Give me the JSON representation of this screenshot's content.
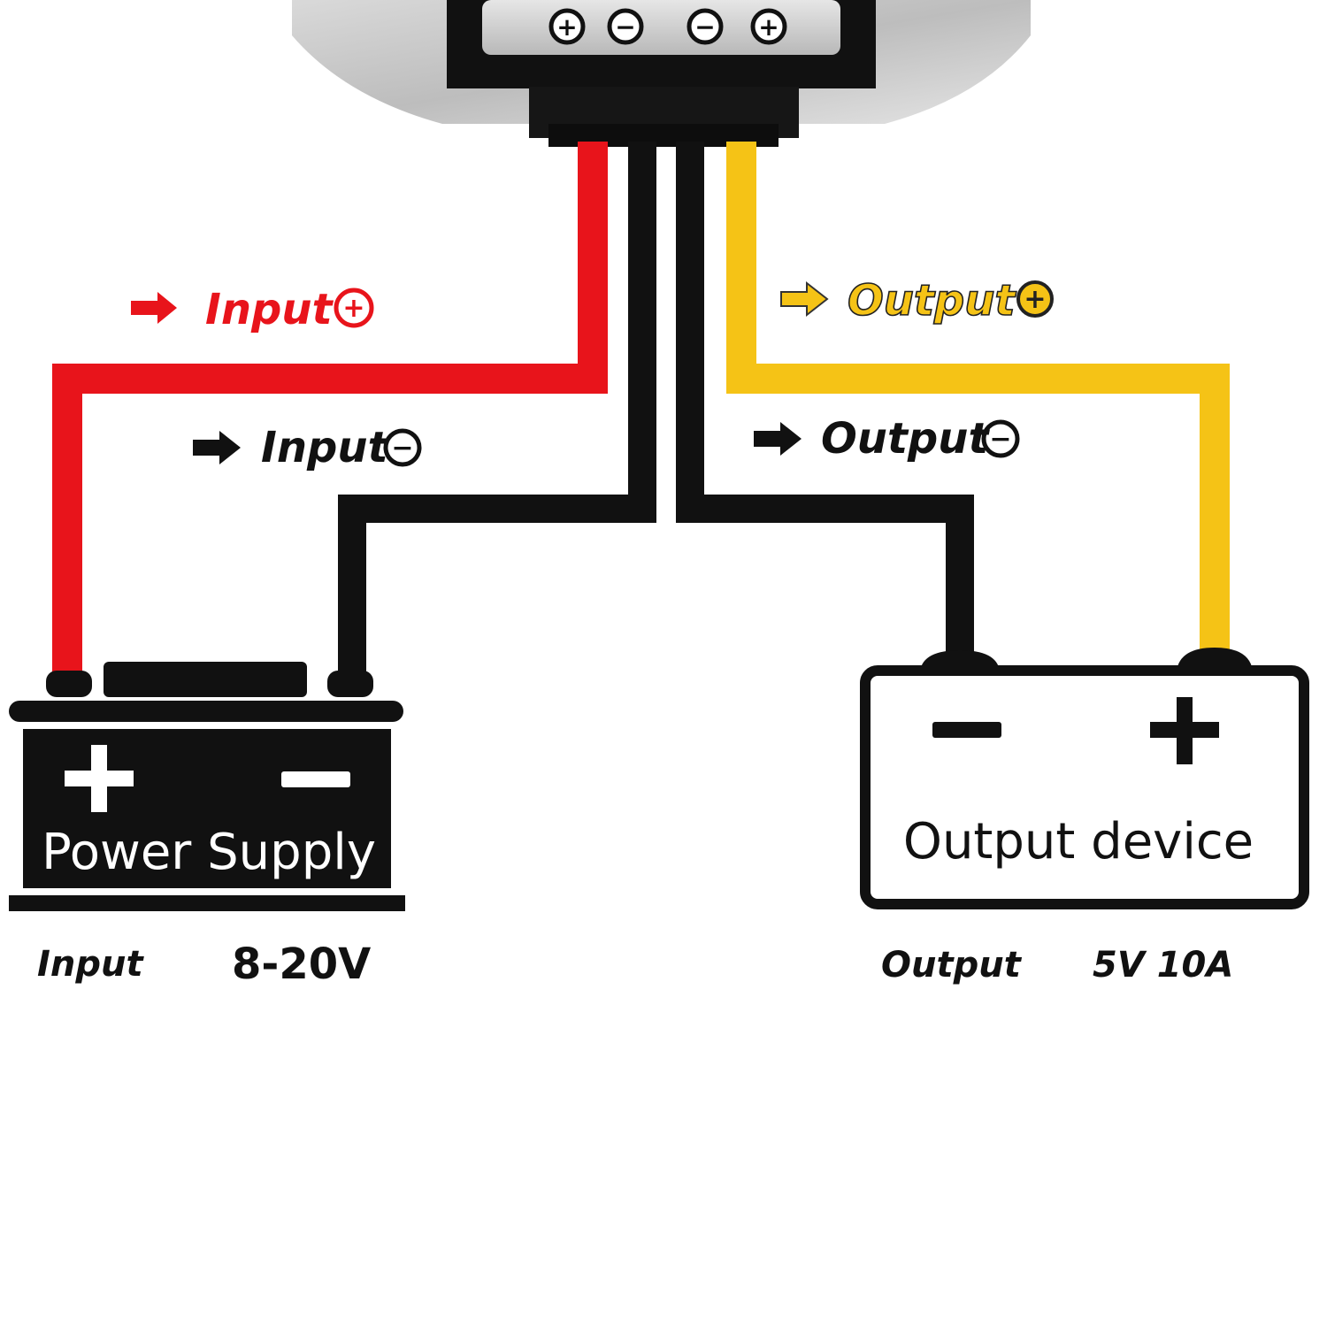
{
  "module": {
    "terminal_symbols": [
      "+",
      "−",
      "−",
      "+"
    ]
  },
  "wires": {
    "input_positive": {
      "label": "Input",
      "symbol": "+",
      "color": "#e8141b"
    },
    "input_negative": {
      "label": "Input",
      "symbol": "−",
      "color": "#111111"
    },
    "output_positive": {
      "label": "Output",
      "symbol": "+",
      "color": "#f5c316"
    },
    "output_negative": {
      "label": "Output",
      "symbol": "−",
      "color": "#111111"
    }
  },
  "power_supply": {
    "title": "Power Supply",
    "plus": "+",
    "minus": "−",
    "caption_label": "Input",
    "caption_value": "8-20V"
  },
  "output_device": {
    "title": "Output device",
    "plus": "+",
    "minus": "−",
    "caption_label": "Output",
    "caption_value": "5V 10A"
  },
  "colors": {
    "red": "#e8141b",
    "black": "#111111",
    "yellow": "#f5c316",
    "module_gray": "#c9c9c9"
  }
}
